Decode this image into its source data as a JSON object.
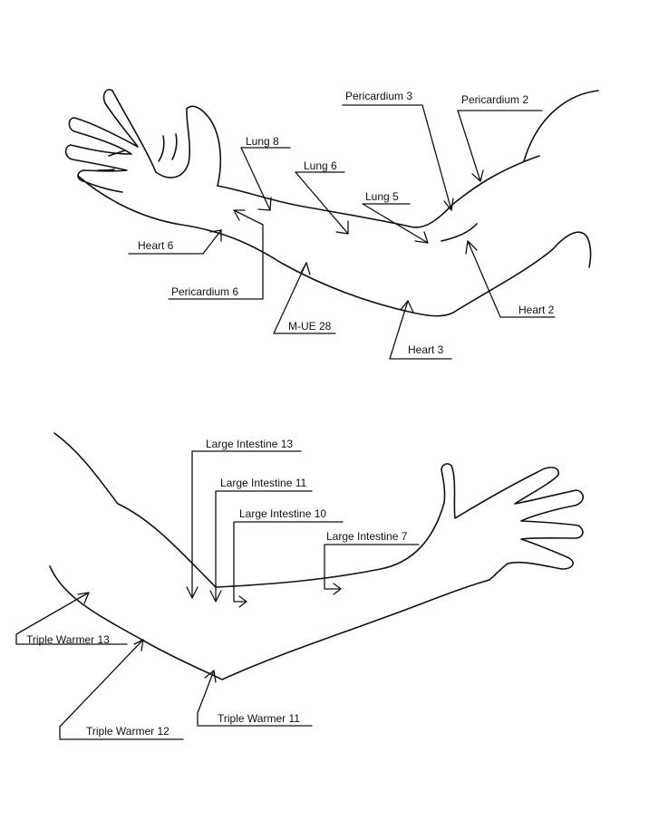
{
  "colors": {
    "ink": "#111111",
    "paper": "#ffffff"
  },
  "upper_arm_labels": {
    "pericardium_3": "Pericardium 3",
    "pericardium_2": "Pericardium 2",
    "lung_8": "Lung 8",
    "lung_6": "Lung 6",
    "lung_5": "Lung 5",
    "heart_6": "Heart 6",
    "pericardium_6": "Pericardium 6",
    "heart_2": "Heart 2",
    "m_ue_28": "M-UE 28",
    "heart_3": "Heart 3"
  },
  "lower_arm_labels": {
    "large_intestine_13": "Large Intestine 13",
    "large_intestine_11": "Large Intestine 11",
    "large_intestine_10": "Large Intestine 10",
    "large_intestine_7": "Large Intestine 7",
    "triple_warmer_13": "Triple Warmer 13",
    "triple_warmer_12": "Triple Warmer 12",
    "triple_warmer_11": "Triple Warmer 11"
  }
}
